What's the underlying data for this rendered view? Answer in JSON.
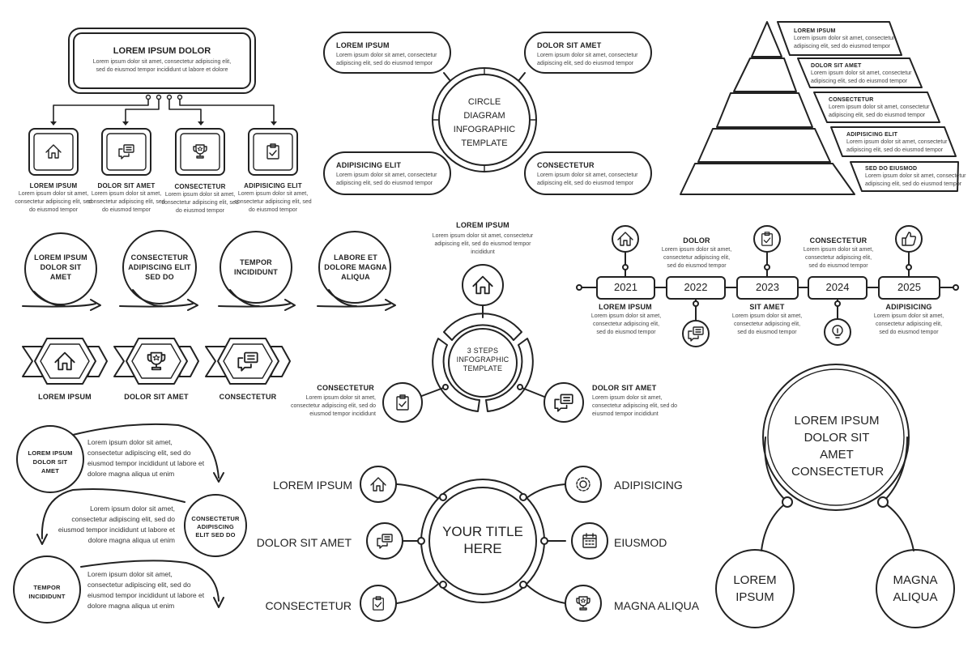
{
  "colors": {
    "stroke": "#222222",
    "text": "#222222",
    "body": "#444444",
    "background": "#ffffff"
  },
  "hierarchy": {
    "title": "LOREM IPSUM DOLOR",
    "body": "Lorem ipsum dolor sit amet, consectetur adipiscing elit, sed do eiusmod tempor incididunt ut labore et dolore",
    "items": [
      {
        "icon": "home-icon",
        "title": "LOREM IPSUM",
        "body": "Lorem ipsum dolor sit amet, consectetur adipiscing elit, sed do eiusmod tempor"
      },
      {
        "icon": "chat-icon",
        "title": "DOLOR SIT AMET",
        "body": "Lorem ipsum dolor sit amet, consectetur adipiscing elit, sed do eiusmod tempor"
      },
      {
        "icon": "trophy-icon",
        "title": "CONSECTETUR",
        "body": "Lorem ipsum dolor sit amet, consectetur adipiscing elit, sed do eiusmod tempor"
      },
      {
        "icon": "clipboard-icon",
        "title": "ADIPISICING ELIT",
        "body": "Lorem ipsum dolor sit amet, consectetur adipiscing elit, sed do eiusmod tempor"
      }
    ]
  },
  "circle_diagram": {
    "center": "CIRCLE DIAGRAM INFOGRAPHIC TEMPLATE",
    "items": [
      {
        "title": "LOREM IPSUM",
        "body": "Lorem ipsum dolor sit amet, consectetur adipiscing elit, sed do eiusmod tempor"
      },
      {
        "title": "DOLOR SIT AMET",
        "body": "Lorem ipsum dolor sit amet, consectetur adipiscing elit, sed do eiusmod tempor"
      },
      {
        "title": "ADIPISICING ELIT",
        "body": "Lorem ipsum dolor sit amet, consectetur adipiscing elit, sed do eiusmod tempor"
      },
      {
        "title": "CONSECTETUR",
        "body": "Lorem ipsum dolor sit amet, consectetur adipiscing elit, sed do eiusmod tempor"
      }
    ]
  },
  "pyramid": {
    "items": [
      {
        "title": "LOREM IPSUM",
        "body": "Lorem ipsum dolor sit amet, consectetur adipiscing elit, sed do eiusmod tempor"
      },
      {
        "title": "DOLOR SIT AMET",
        "body": "Lorem ipsum dolor sit amet, consectetur adipiscing elit, sed do eiusmod tempor"
      },
      {
        "title": "CONSECTETUR",
        "body": "Lorem ipsum dolor sit amet, consectetur adipiscing elit, sed do eiusmod tempor"
      },
      {
        "title": "ADIPISICING ELIT",
        "body": "Lorem ipsum dolor sit amet, consectetur adipiscing elit, sed do eiusmod tempor"
      },
      {
        "title": "SED DO EIUSMOD",
        "body": "Lorem ipsum dolor sit amet, consectetur adipiscing elit, sed do eiusmod tempor"
      }
    ]
  },
  "bubbles": [
    "LOREM IPSUM DOLOR SIT AMET",
    "CONSECTETUR ADIPISCING ELIT SED DO",
    "TEMPOR INCIDIDUNT",
    "LABORE ET DOLORE MAGNA ALIQUA"
  ],
  "hexagons": [
    {
      "icon": "home-icon",
      "label": "LOREM IPSUM"
    },
    {
      "icon": "trophy-icon",
      "label": "DOLOR SIT AMET"
    },
    {
      "icon": "chat-icon",
      "label": "CONSECTETUR"
    }
  ],
  "three_steps": {
    "center": "3 STEPS INFOGRAPHIC TEMPLATE",
    "items": [
      {
        "icon": "home-icon",
        "title": "LOREM IPSUM",
        "body": "Lorem ipsum dolor sit amet, consectetur adipiscing elit, sed do eiusmod tempor incididunt"
      },
      {
        "icon": "clipboard-icon",
        "title": "CONSECTETUR",
        "body": "Lorem ipsum dolor sit amet, consectetur adipiscing elit, sed do eiusmod tempor incididunt"
      },
      {
        "icon": "chat-icon",
        "title": "DOLOR SIT AMET",
        "body": "Lorem ipsum dolor sit amet, consectetur adipiscing elit, sed do eiusmod tempor incididunt"
      }
    ]
  },
  "timeline": {
    "items": [
      {
        "year": "2021",
        "icon": "home-icon",
        "title": "LOREM IPSUM",
        "body": "Lorem ipsum dolor sit amet, consectetur adipiscing elit, sed do eiusmod tempor"
      },
      {
        "year": "2022",
        "icon": "chat-icon",
        "title": "DOLOR",
        "body": "Lorem ipsum dolor sit amet, consectetur adipiscing elit, sed do eiusmod tempor"
      },
      {
        "year": "2023",
        "icon": "clipboard-icon",
        "title": "SIT AMET",
        "body": "Lorem ipsum dolor sit amet, consectetur adipiscing elit, sed do eiusmod tempor"
      },
      {
        "year": "2024",
        "icon": "bulb-icon",
        "title": "CONSECTETUR",
        "body": "Lorem ipsum dolor sit amet, consectetur adipiscing elit, sed do eiusmod tempor"
      },
      {
        "year": "2025",
        "icon": "thumbs-up-icon",
        "title": "ADIPISICING",
        "body": "Lorem ipsum dolor sit amet, consectetur adipiscing elit, sed do eiusmod tempor"
      }
    ]
  },
  "flow": [
    {
      "title": "LOREM IPSUM DOLOR SIT AMET",
      "body": "Lorem ipsum dolor sit amet, consectetur adipiscing elit, sed do eiusmod tempor incididunt ut labore et dolore magna aliqua ut enim"
    },
    {
      "title": "CONSECTETUR ADIPISCING ELIT SED DO",
      "body": "Lorem ipsum dolor sit amet, consectetur adipiscing elit, sed do eiusmod tempor incididunt ut labore et dolore magna aliqua ut enim"
    },
    {
      "title": "TEMPOR INCIDIDUNT",
      "body": "Lorem ipsum dolor sit amet, consectetur adipiscing elit, sed do eiusmod tempor incididunt ut labore et dolore magna aliqua ut enim"
    }
  ],
  "title_wheel": {
    "center": "YOUR TITLE HERE",
    "left": [
      {
        "icon": "home-icon",
        "label": "LOREM IPSUM"
      },
      {
        "icon": "chat-icon",
        "label": "DOLOR SIT AMET"
      },
      {
        "icon": "clipboard-icon",
        "label": "CONSECTETUR"
      }
    ],
    "right": [
      {
        "icon": "gear-icon",
        "label": "ADIPISICING"
      },
      {
        "icon": "calendar-icon",
        "label": "EIUSMOD"
      },
      {
        "icon": "trophy-icon",
        "label": "MAGNA ALIQUA"
      }
    ]
  },
  "circle_tree": {
    "main": "LOREM IPSUM DOLOR SIT AMET CONSECTETUR",
    "left": "LOREM IPSUM",
    "right": "MAGNA ALIQUA"
  }
}
